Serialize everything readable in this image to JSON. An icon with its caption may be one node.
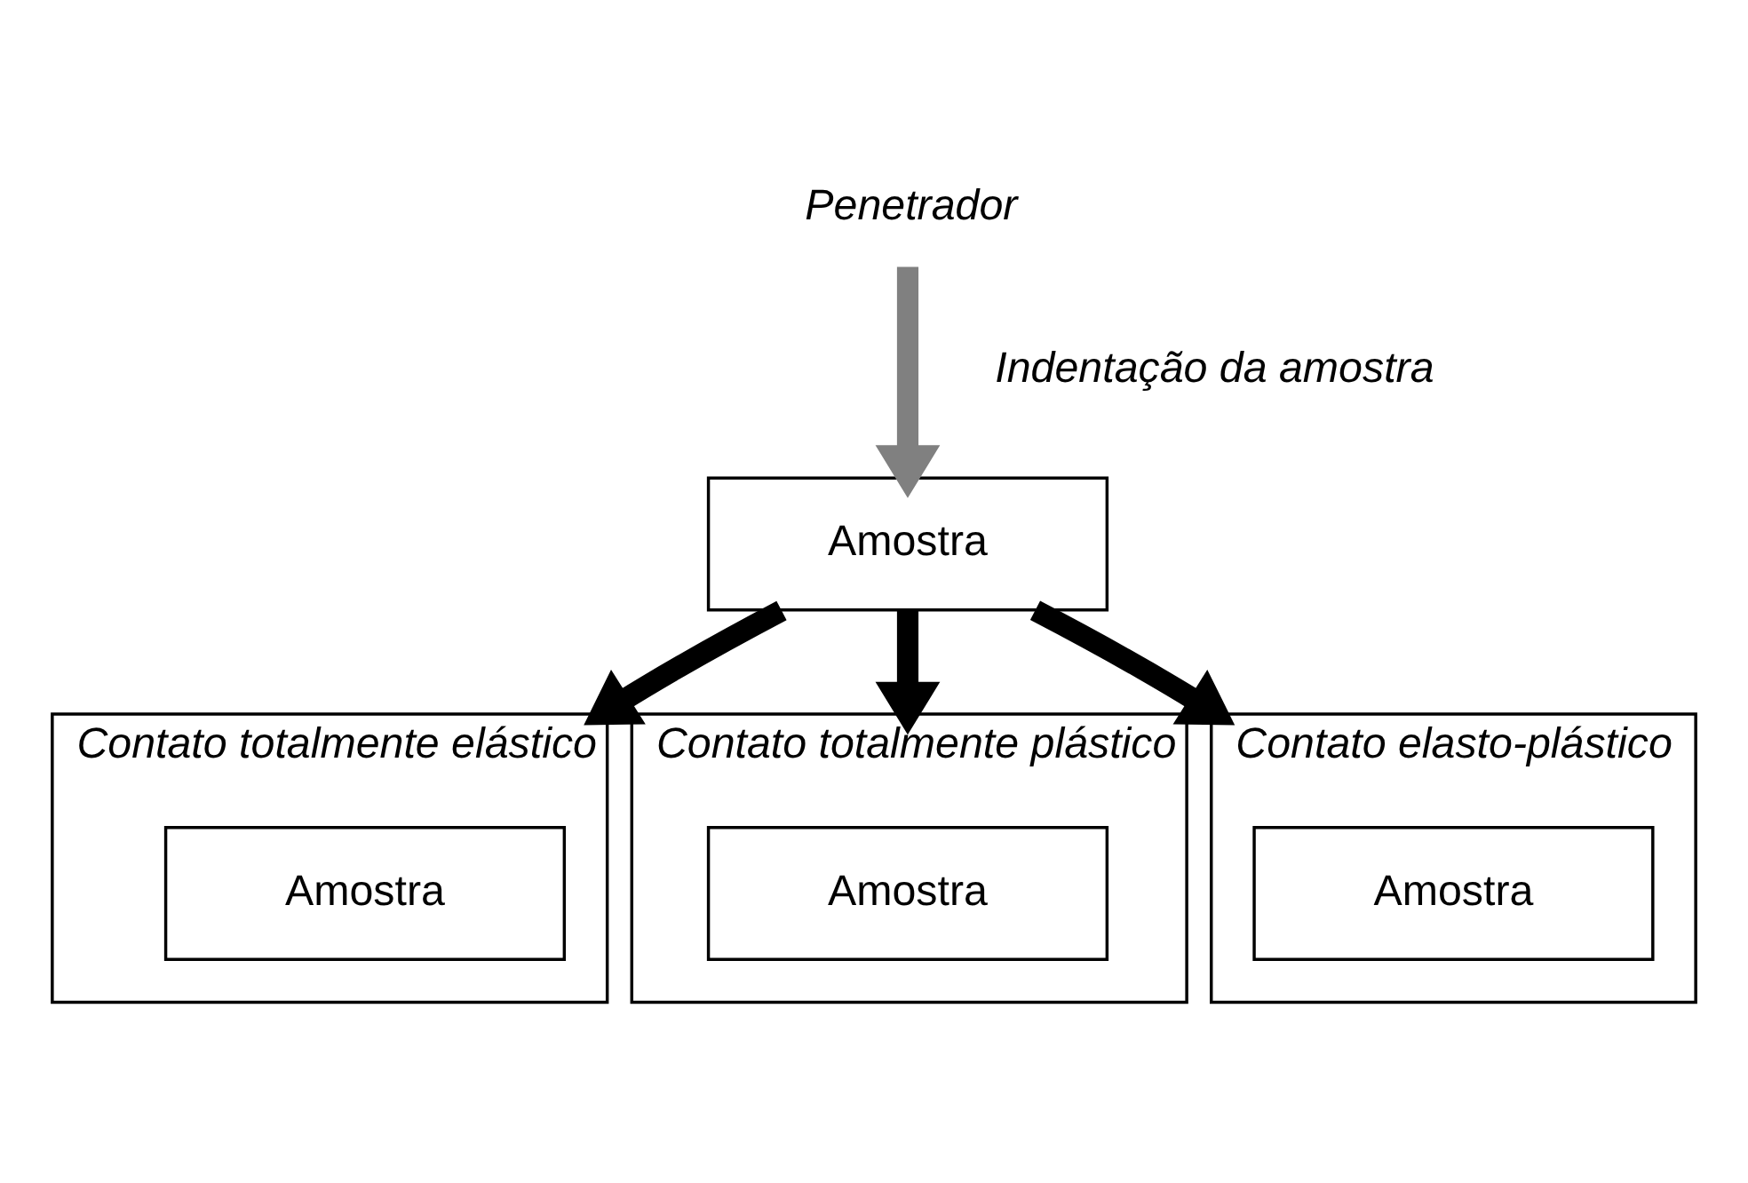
{
  "diagram": {
    "nodes": [
      {
        "text": [
          "Penetrador"
        ]
      },
      {
        "text": [
          "Amostra"
        ]
      },
      {
        "text": [
          "Contato totalmente elástico"
        ]
      },
      {
        "text": [
          "Amostra"
        ],
        "in": 2
      },
      {
        "text": [
          "Contato totalmente plástico"
        ]
      },
      {
        "text": [
          "Amostra"
        ],
        "in": 4
      },
      {
        "text": [
          "Contato elasto-plástico"
        ]
      },
      {
        "text": [
          "Amostra"
        ],
        "in": 6
      }
    ],
    "edges": [
      {
        "from": 0,
        "to": 1,
        "arrow": "to",
        "label": "Indentação da amostra",
        "color": "#808080"
      },
      {
        "from": 1,
        "to": 2,
        "arrow": "to"
      },
      {
        "from": 1,
        "to": 4,
        "arrow": "to"
      },
      {
        "from": 1,
        "to": 6,
        "arrow": "to"
      }
    ]
  }
}
